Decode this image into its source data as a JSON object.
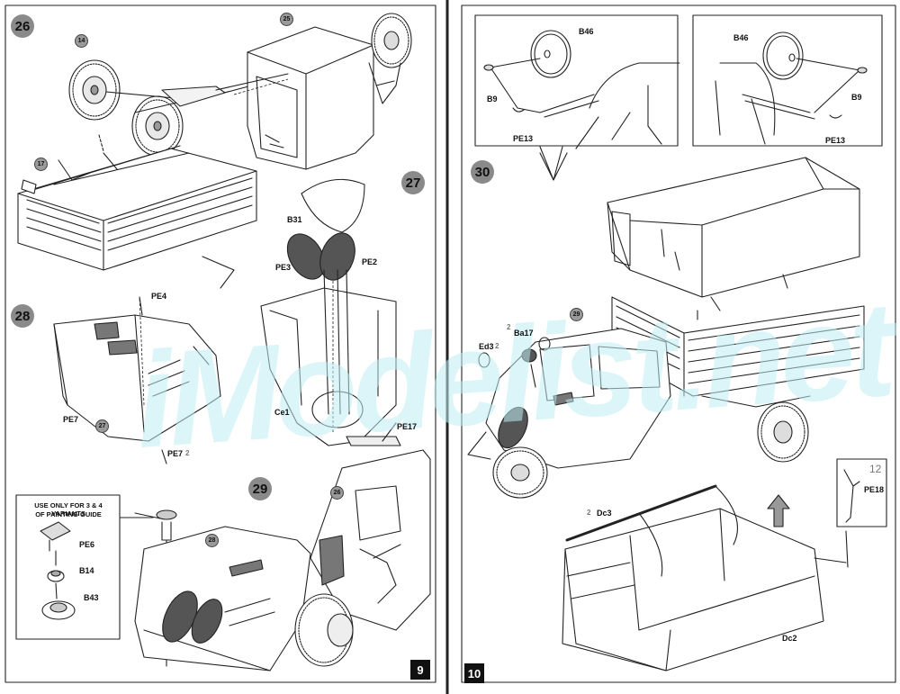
{
  "steps": {
    "s26": "26",
    "s27": "27",
    "s28": "28",
    "s29": "29",
    "s30": "30"
  },
  "parts": {
    "p14": "14",
    "p25": "25",
    "p17": "17",
    "p27": "27",
    "p28": "28",
    "p26": "26",
    "p29": "29"
  },
  "labels": {
    "B31": "B31",
    "PE3": "PE3",
    "PE2": "PE2",
    "PE4": "PE4",
    "PE7a": "PE7",
    "PE7b": "PE7",
    "Ce1": "Ce1",
    "PE17": "PE17",
    "PE6": "PE6",
    "B14": "B14",
    "B43": "B43",
    "B46a": "B46",
    "B46b": "B46",
    "B9a": "B9",
    "B9b": "B9",
    "PE13a": "PE13",
    "PE13b": "PE13",
    "Ba17": "Ba17",
    "Ed3": "Ed3",
    "Dc3": "Dc3",
    "Dc2": "Dc2",
    "PE18": "PE18"
  },
  "note": {
    "line1": "USE ONLY FOR 3 & 4 VARIANTS",
    "line2": "OF PAINTING GUIDE"
  },
  "counts": {
    "x2a": "2",
    "x2b": "2",
    "x2c": "2",
    "x2d": "2",
    "x12": "12"
  },
  "pages": {
    "left": "9",
    "right": "10"
  },
  "watermark": "iModelist.net",
  "colors": {
    "line": "#222222",
    "watermark": "#bfeef3",
    "badge": "#8a8a8a"
  }
}
